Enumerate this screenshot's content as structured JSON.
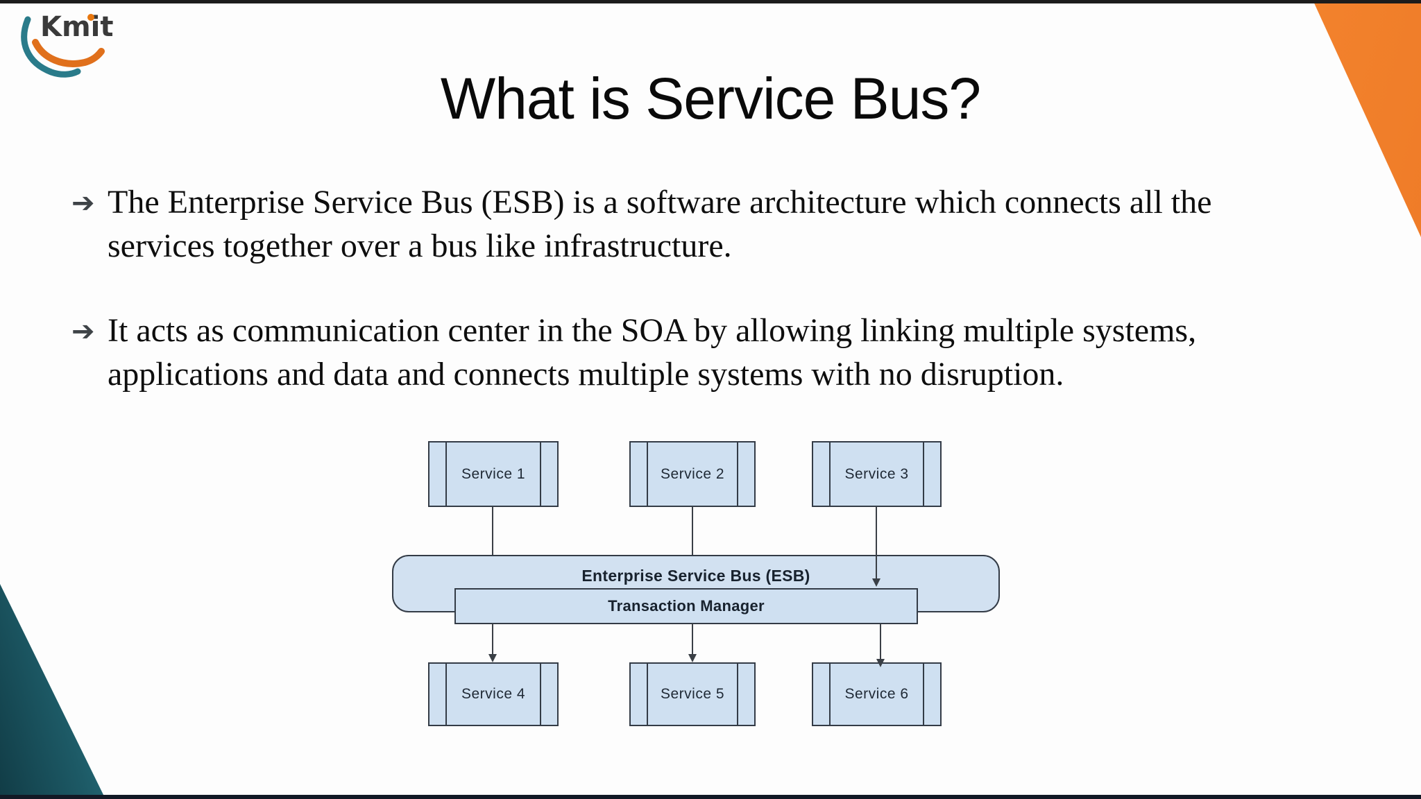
{
  "logo": {
    "text": "Kmit"
  },
  "slide": {
    "title": "What is Service Bus?",
    "bullet_marker": "➔",
    "bullets": [
      "The Enterprise Service Bus (ESB) is a software architecture which connects all the services together over a bus like infrastructure.",
      "It acts as communication center in the SOA by allowing linking multiple systems, applications and data and connects multiple systems with no disruption."
    ]
  },
  "diagram": {
    "services": [
      "Service 1",
      "Service 2",
      "Service 3",
      "Service 4",
      "Service 5",
      "Service 6"
    ],
    "esb_label": "Enterprise Service Bus (ESB)",
    "transaction_manager_label": "Transaction Manager",
    "box_fill": "#cfe0f1",
    "box_border": "#333b46"
  },
  "decorations": {
    "corner_orange": "#e66d1e",
    "corner_teal": "#1d5a66",
    "logo_dot_orange": "#e8770e",
    "bottom_bar": "#121925",
    "top_bar": "#1c1c1c"
  }
}
